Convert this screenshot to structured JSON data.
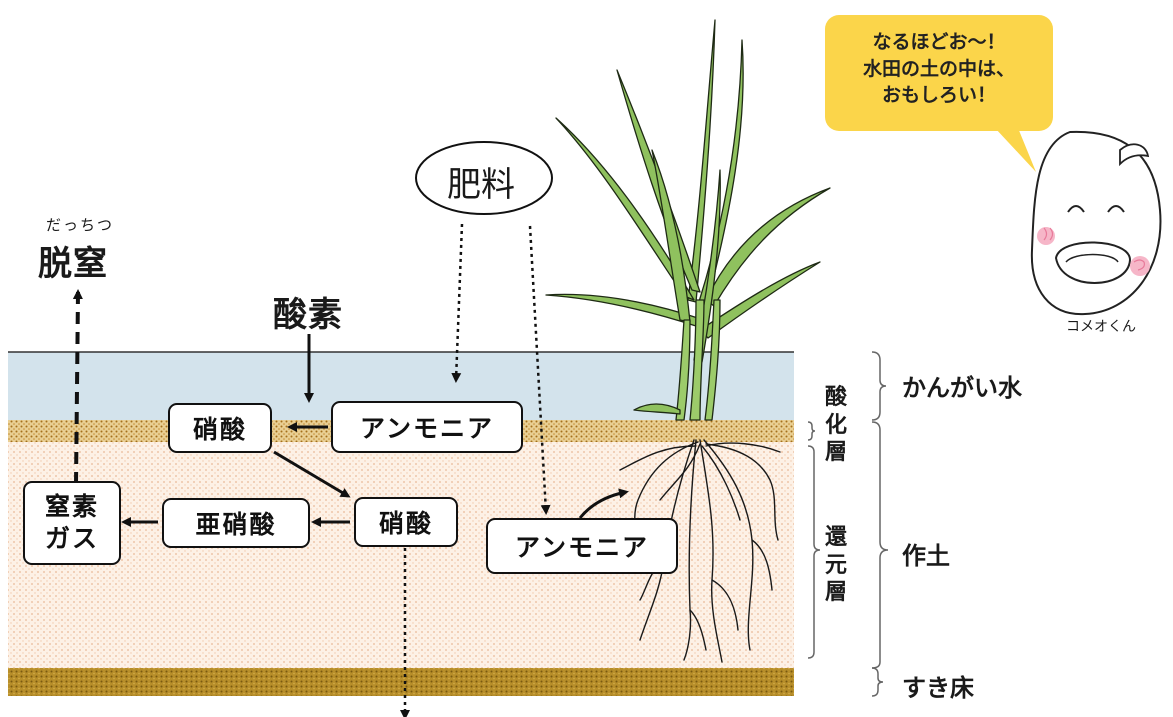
{
  "labels": {
    "fertilizer": "肥料",
    "oxygen": "酸素",
    "denitrification_ruby": "だっちつ",
    "denitrification": "脱窒"
  },
  "boxes": {
    "nitrate_top": "硝酸",
    "ammonia_top": "アンモニア",
    "nitrogen_gas_line1": "窒素",
    "nitrogen_gas_line2": "ガス",
    "nitrite": "亜硝酸",
    "nitrate_middle": "硝酸",
    "ammonia_lower": "アンモニア"
  },
  "layers": {
    "oxidized": "酸化層",
    "reduced": "還元層"
  },
  "side_labels": {
    "irrigation_water": "かんがい水",
    "plow_layer": "作土",
    "plow_pan": "すき床"
  },
  "speech": {
    "line1": "なるほどお～！",
    "line2": "水田の土の中は、",
    "line3": "おもしろい！"
  },
  "character_name": "コメオくん",
  "colors": {
    "water": "#cfe0ea",
    "oxidized_layer": "#e2c487",
    "soil": "#fbeee2",
    "plow_pan": "#b9902a",
    "bubble": "#fbd54a",
    "leaf": "#8cbf5a"
  }
}
